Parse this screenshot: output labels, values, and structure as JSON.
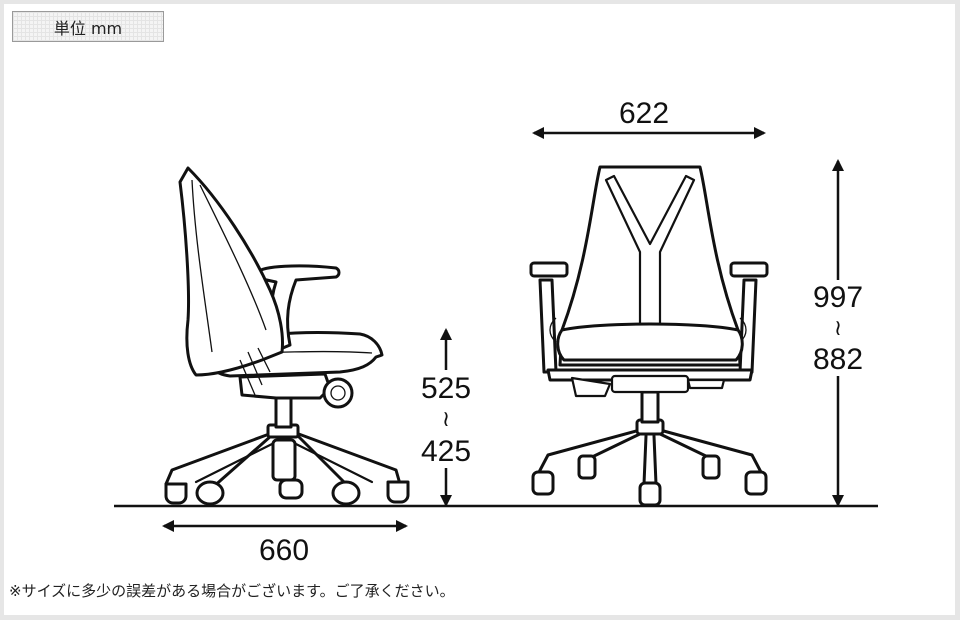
{
  "unit_label": "単位 mm",
  "dimensions": {
    "depth": "660",
    "width": "622",
    "seat_height_max": "525",
    "seat_height_min": "425",
    "overall_height_max": "997",
    "overall_height_min": "882",
    "range_symbol": "≀"
  },
  "disclaimer": "※サイズに多少の誤差がある場合がございます。ご了承ください。"
}
